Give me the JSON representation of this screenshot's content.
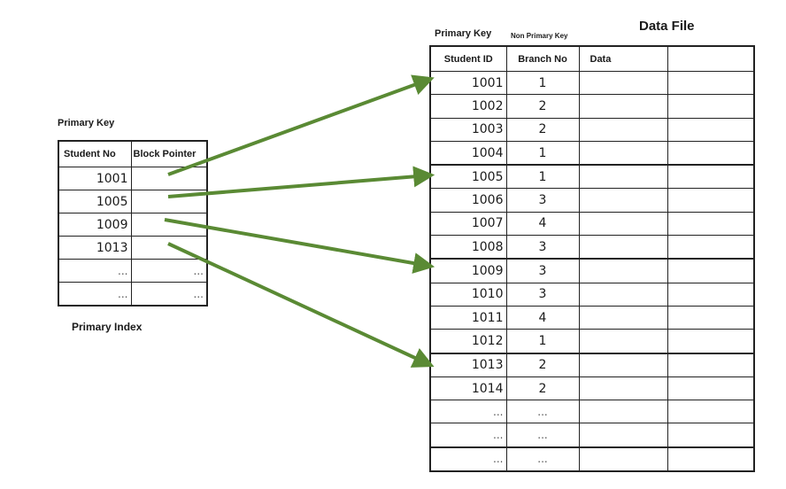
{
  "index": {
    "caption": "Primary Key",
    "footer": "Primary Index",
    "headers": [
      "Student No",
      "Block Pointer"
    ],
    "rows": [
      {
        "key": "1001",
        "ptr": ""
      },
      {
        "key": "1005",
        "ptr": ""
      },
      {
        "key": "1009",
        "ptr": ""
      },
      {
        "key": "1013",
        "ptr": ""
      },
      {
        "key": "...",
        "ptr": "..."
      },
      {
        "key": "...",
        "ptr": "..."
      }
    ]
  },
  "data_file": {
    "title": "Data File",
    "primary_key_label": "Primary Key",
    "non_primary_key_label": "Non Primary Key",
    "headers": [
      "Student ID",
      "Branch No",
      "Data",
      ""
    ],
    "rows": [
      {
        "sid": "1001",
        "branch": "1"
      },
      {
        "sid": "1002",
        "branch": "2"
      },
      {
        "sid": "1003",
        "branch": "2"
      },
      {
        "sid": "1004",
        "branch": "1"
      },
      {
        "sid": "1005",
        "branch": "1"
      },
      {
        "sid": "1006",
        "branch": "3"
      },
      {
        "sid": "1007",
        "branch": "4"
      },
      {
        "sid": "1008",
        "branch": "3"
      },
      {
        "sid": "1009",
        "branch": "3"
      },
      {
        "sid": "1010",
        "branch": "3"
      },
      {
        "sid": "1011",
        "branch": "4"
      },
      {
        "sid": "1012",
        "branch": "1"
      },
      {
        "sid": "1013",
        "branch": "2"
      },
      {
        "sid": "1014",
        "branch": "2"
      },
      {
        "sid": "...",
        "branch": "..."
      },
      {
        "sid": "...",
        "branch": "..."
      },
      {
        "sid": "...",
        "branch": "..."
      }
    ]
  },
  "colors": {
    "arrow": "#5a8a34",
    "border": "#222222"
  }
}
